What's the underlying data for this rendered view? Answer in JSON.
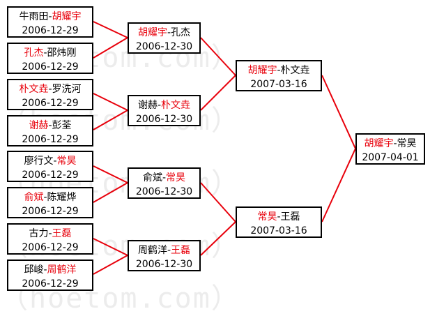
{
  "watermark": "（hoetom.com）",
  "accent_color": "#e8000b",
  "round1": [
    {
      "left": "牛雨田",
      "right": "胡耀宇",
      "winner": "right",
      "date": "2006-12-29"
    },
    {
      "left": "孔杰",
      "right": "邵炜刚",
      "winner": "left",
      "date": "2006-12-29"
    },
    {
      "left": "朴文垚",
      "right": "罗洗河",
      "winner": "left",
      "date": "2006-12-29"
    },
    {
      "left": "谢赫",
      "right": "彭荃",
      "winner": "left",
      "date": "2006-12-29"
    },
    {
      "left": "廖行文",
      "right": "常昊",
      "winner": "right",
      "date": "2006-12-29"
    },
    {
      "left": "俞斌",
      "right": "陈耀烨",
      "winner": "left",
      "date": "2006-12-29"
    },
    {
      "left": "古力",
      "right": "王磊",
      "winner": "right",
      "date": "2006-12-29"
    },
    {
      "left": "邱峻",
      "right": "周鹤洋",
      "winner": "right",
      "date": "2006-12-29"
    }
  ],
  "round2": [
    {
      "left": "胡耀宇",
      "right": "孔杰",
      "winner": "left",
      "date": "2006-12-30"
    },
    {
      "left": "谢赫",
      "right": "朴文垚",
      "winner": "right",
      "date": "2006-12-30"
    },
    {
      "left": "俞斌",
      "right": "常昊",
      "winner": "right",
      "date": "2006-12-30"
    },
    {
      "left": "周鹤洋",
      "right": "王磊",
      "winner": "right",
      "date": "2006-12-30"
    }
  ],
  "round3": [
    {
      "left": "胡耀宇",
      "right": "朴文垚",
      "winner": "left",
      "date": "2007-03-16"
    },
    {
      "left": "常昊",
      "right": "王磊",
      "winner": "left",
      "date": "2007-03-16"
    }
  ],
  "final": [
    {
      "left": "胡耀宇",
      "right": "常昊",
      "winner": "left",
      "date": "2007-04-01"
    }
  ]
}
